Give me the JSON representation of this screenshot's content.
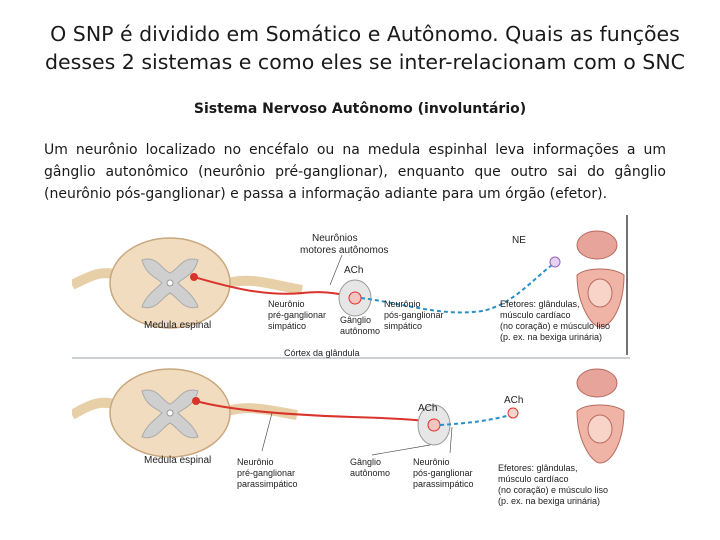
{
  "slide": {
    "title_line1": "O SNP é dividido em Somático e Autônomo. Quais as funções",
    "title_line2": "desses 2 sistemas e como eles se inter-relacionam com o SNC",
    "subtitle": "Sistema Nervoso Autônomo (involuntário)",
    "paragraph": "Um neurônio localizado no encéfalo ou na medula espinhal leva informações a um gânglio autonômico (neurônio pré-ganglionar), enquanto que outro sai do gânglio (neurônio pós-ganglionar) e passa a informação adiante para um órgão (efetor)."
  },
  "figure": {
    "top_panel": {
      "spinal_cord": "Medula espinal",
      "pre_neuron": [
        "Neurônio",
        "pré-ganglionar",
        "simpático"
      ],
      "ganglion": [
        "Gânglio",
        "autônomo"
      ],
      "motor_neurons": [
        "Neurônios",
        "motores autônomos"
      ],
      "ach": "ACh",
      "post_neuron": [
        "Neurônio",
        "pós-ganglionar",
        "simpático"
      ],
      "ne": "NE",
      "effectors": [
        "Efetores: glândulas,",
        "músculo cardíaco",
        "(no coração) e músculo liso",
        "(p. ex. na bexiga urinária)"
      ],
      "cut_text": "Córtex da glândula"
    },
    "bottom_panel": {
      "spinal_cord": "Medula espinal",
      "pre_neuron": [
        "Neurônio",
        "pré-ganglionar",
        "parassimpático"
      ],
      "ganglion": [
        "Gânglio",
        "autônomo"
      ],
      "ach_ganglion": "ACh",
      "post_neuron": [
        "Neurônio",
        "pós-ganglionar",
        "parassimpático"
      ],
      "ach_effector": "ACh",
      "effectors": [
        "Efetores: glândulas,",
        "músculo cardíaco",
        "(no coração) e músculo liso",
        "(p. ex. na bexiga urinária)"
      ]
    },
    "colors": {
      "pre_axon": "#d9342b",
      "post_axon": "#2a8fc4",
      "cord_outer": "#f1dcc0",
      "cord_inner": "#cfcfcf",
      "organ": "#e7a49a"
    }
  }
}
